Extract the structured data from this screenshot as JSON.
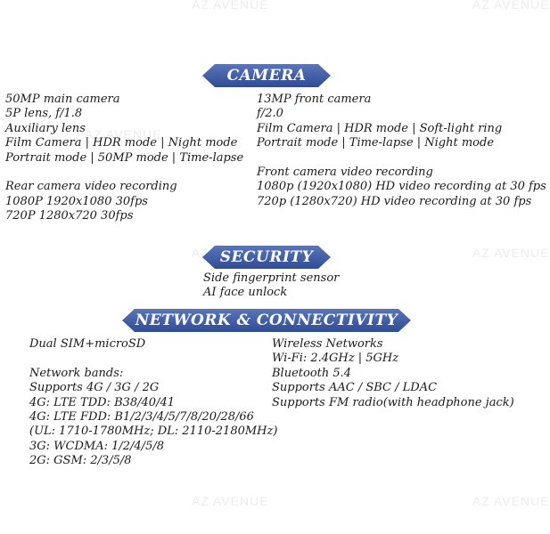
{
  "watermarks": [
    "AZ AVENUE",
    "AZ AVENUE",
    "AZ AVENUE",
    "AZ AVENUE",
    "AZ AVENUE",
    "AZ AVENUE",
    "AZ AVENUE"
  ],
  "camera": {
    "title": "CAMERA",
    "rear": [
      "50MP main camera",
      "5P lens, f/1.8",
      "Auxiliary lens",
      "Film Camera | HDR mode | Night mode",
      "Portrait mode | 50MP mode | Time-lapse",
      "",
      "Rear camera video recording",
      "1080P 1920x1080 30fps",
      "720P 1280x720 30fps"
    ],
    "front": [
      "13MP front camera",
      "f/2.0",
      "Film Camera | HDR mode | Soft-light ring",
      "Portrait mode | Time-lapse | Night mode",
      "",
      "Front camera video recording",
      "1080p (1920x1080) HD video recording at 30 fps",
      "720p (1280x720) HD video recording at 30 fps"
    ]
  },
  "security": {
    "title": "SECURITY",
    "items": [
      "Side fingerprint sensor",
      "AI face unlock"
    ]
  },
  "network": {
    "title": "NETWORK & CONNECTIVITY",
    "left": [
      "Dual SIM+microSD",
      "",
      "Network bands:",
      "Supports 4G / 3G / 2G",
      "4G: LTE TDD: B38/40/41",
      "4G: LTE FDD: B1/2/3/4/5/7/8/20/28/66",
      "(UL: 1710-1780MHz; DL: 2110-2180MHz)",
      "3G: WCDMA: 1/2/4/5/8",
      "2G: GSM: 2/3/5/8"
    ],
    "right": [
      "Wireless Networks",
      "Wi-Fi: 2.4GHz | 5GHz",
      "Bluetooth 5.4",
      "Supports AAC / SBC / LDAC",
      "Supports FM radio(with headphone jack)"
    ]
  }
}
